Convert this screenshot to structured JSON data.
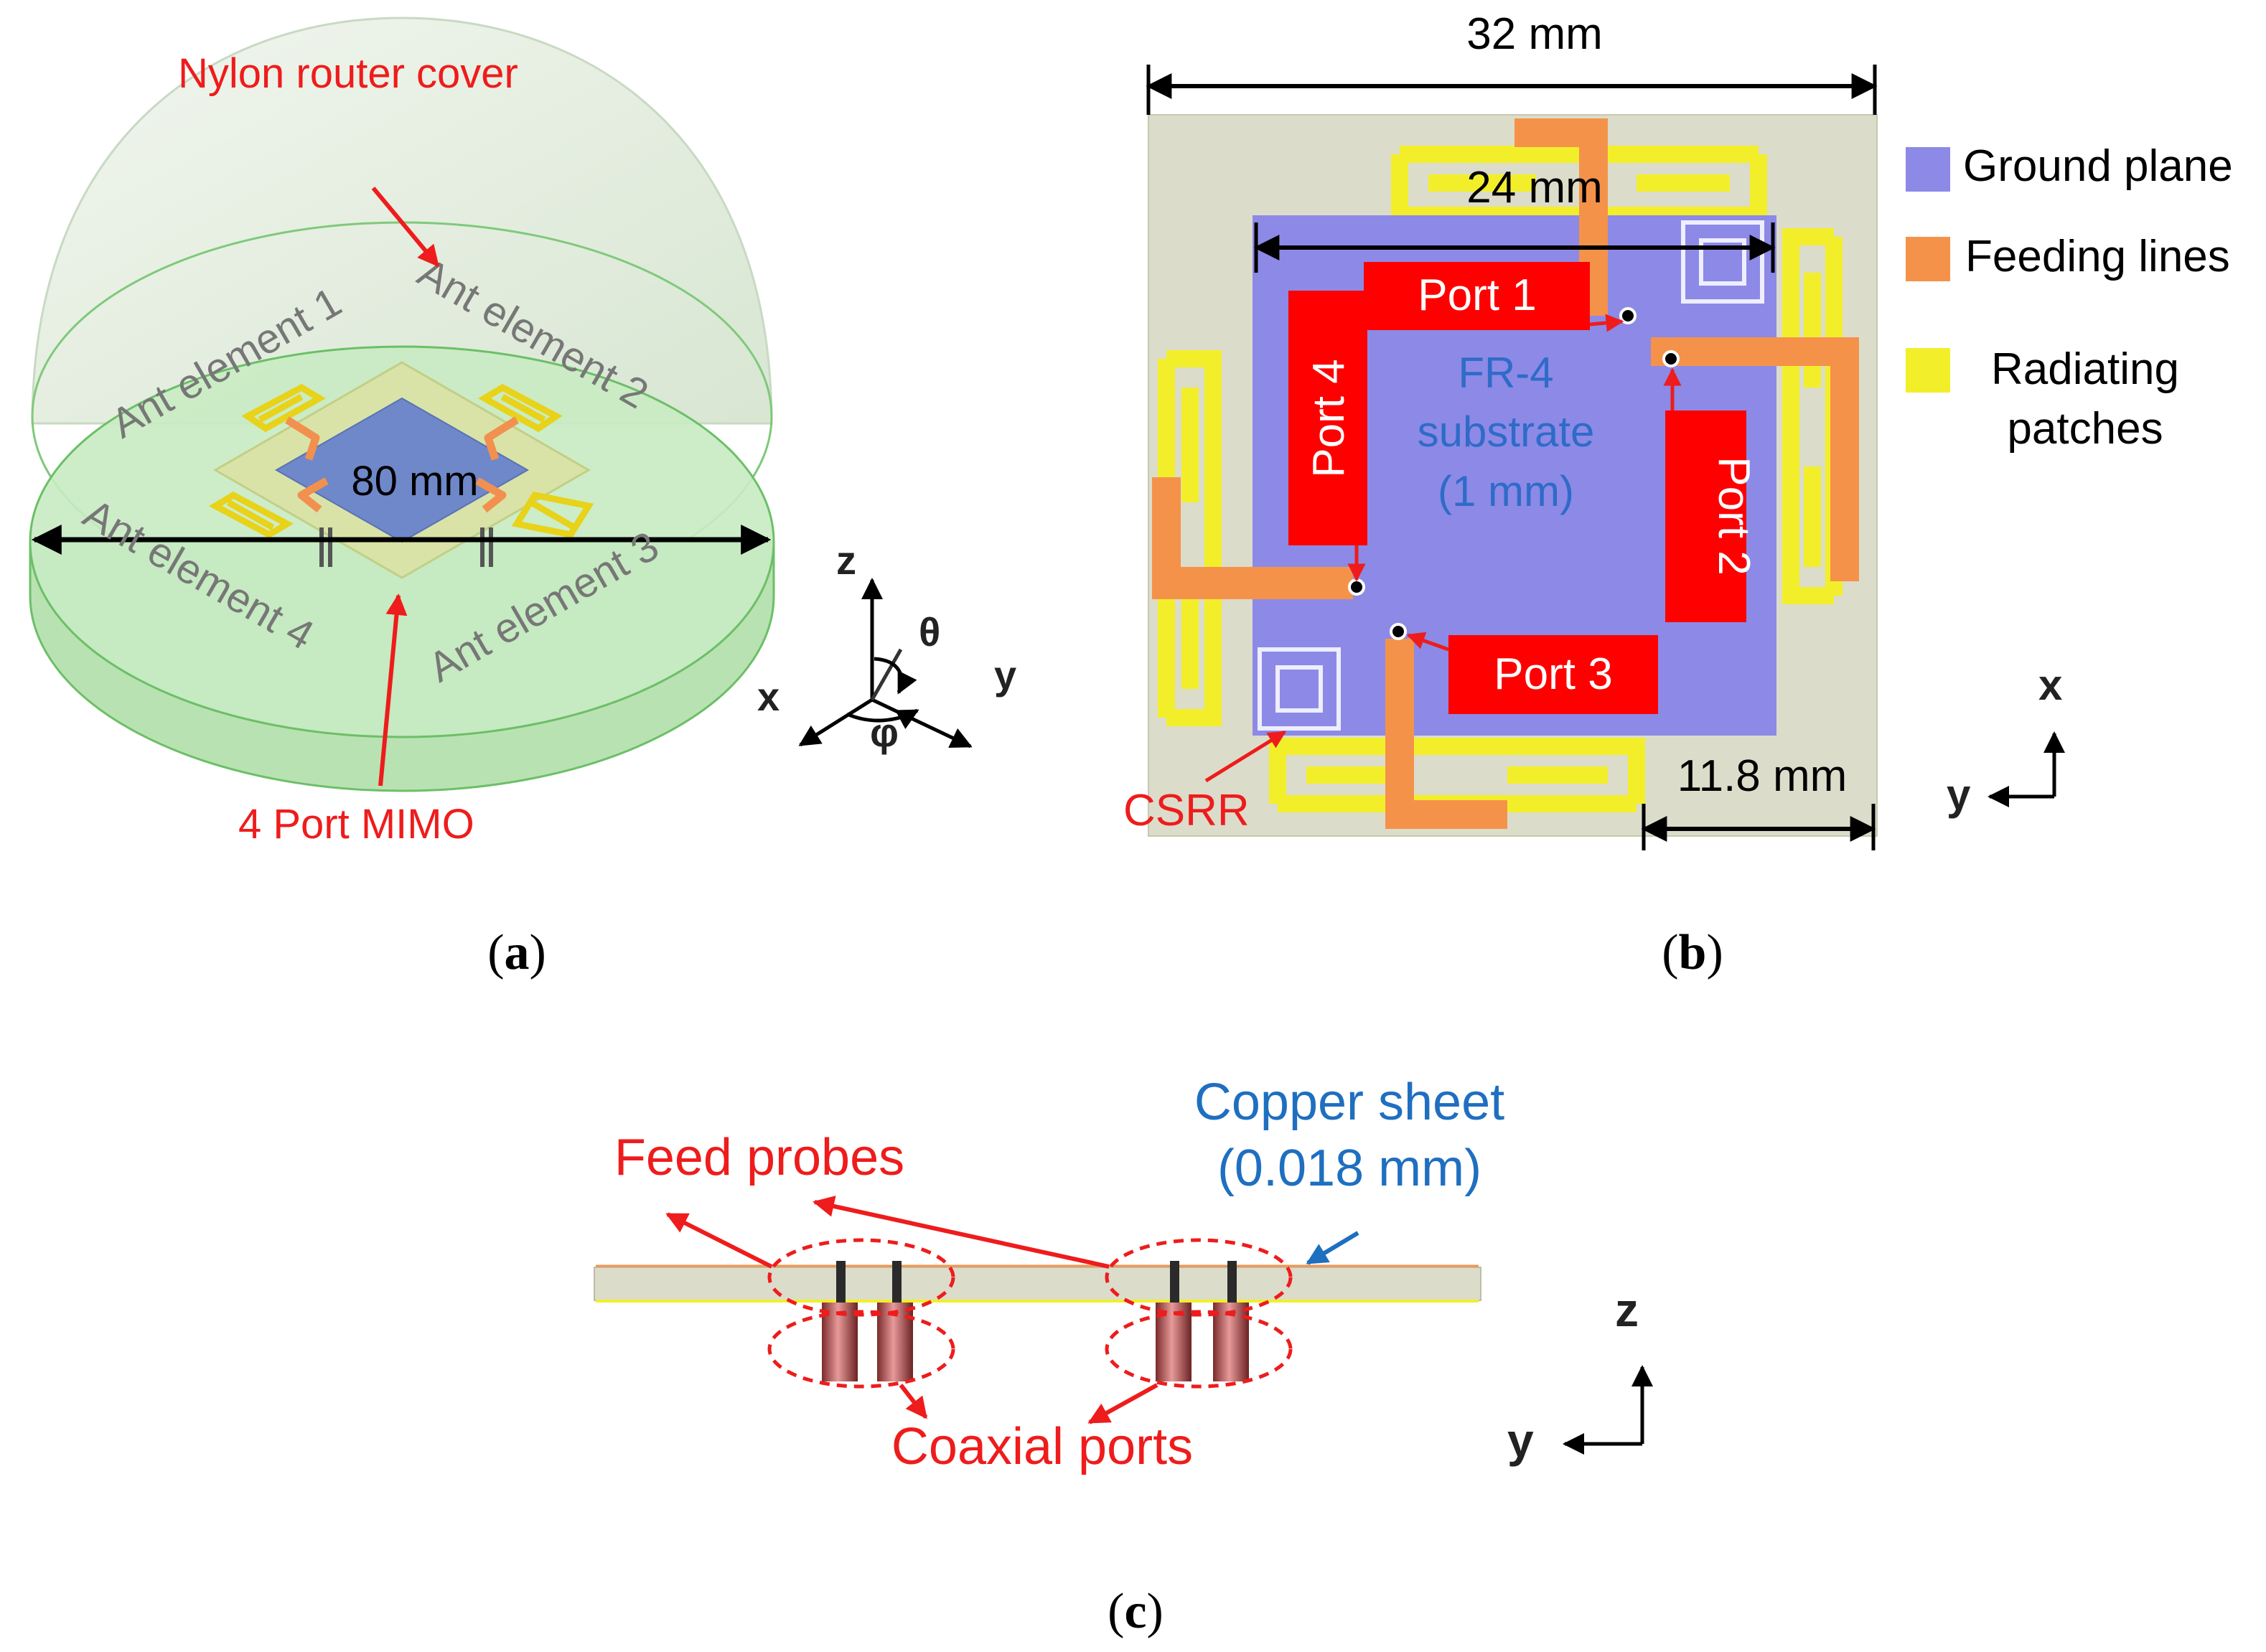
{
  "colors": {
    "dimension_arrow": "#000000",
    "annotation_red": "#ee1c1c",
    "ground_plane": "#8c8ae6",
    "feeding_lines": "#f5924a",
    "radiating_patches": "#f2ef2a",
    "substrate_fr4": "#dcdccb",
    "nylon_cover": "#cfe9cc",
    "copper_label_blue": "#1f6fc0",
    "port_box": "#ff0000"
  },
  "panel_a": {
    "cover_label": "Nylon router cover",
    "ant_element_1": "Ant element 1",
    "ant_element_2": "Ant element 2",
    "ant_element_3": "Ant element 3",
    "ant_element_4": "Ant element 4",
    "dimension_label": "80 mm",
    "mimo_label": "4 Port MIMO",
    "axis_z": "z",
    "axis_x": "x",
    "axis_y": "y",
    "angle_theta": "θ",
    "angle_phi": "φ",
    "caption_open": "(",
    "caption_letter": "a",
    "caption_close": ")"
  },
  "panel_b": {
    "dim_outer": "32 mm",
    "dim_inner": "24 mm",
    "dim_side": "11.8 mm",
    "port_1": "Port 1",
    "port_2": "Port 2",
    "port_3": "Port 3",
    "port_4": "Port 4",
    "substrate_line1": "FR-4",
    "substrate_line2": "substrate",
    "substrate_line3": "(1 mm)",
    "csrr_label": "CSRR",
    "legend": [
      {
        "label": "Ground plane",
        "color": "#8c8ae6"
      },
      {
        "label": "Feeding lines",
        "color": "#f5924a"
      },
      {
        "label_line1": "Radiating",
        "label_line2": "patches",
        "color": "#f2ef2a"
      }
    ],
    "axis_x": "x",
    "axis_y": "y",
    "caption_open": "(",
    "caption_letter": "b",
    "caption_close": ")"
  },
  "panel_c": {
    "copper_line1": "Copper sheet",
    "copper_line2": "(0.018 mm)",
    "feed_probes": "Feed probes",
    "coaxial_ports": "Coaxial ports",
    "axis_z": "z",
    "axis_y": "y",
    "caption_open": "(",
    "caption_letter": "c",
    "caption_close": ")"
  }
}
